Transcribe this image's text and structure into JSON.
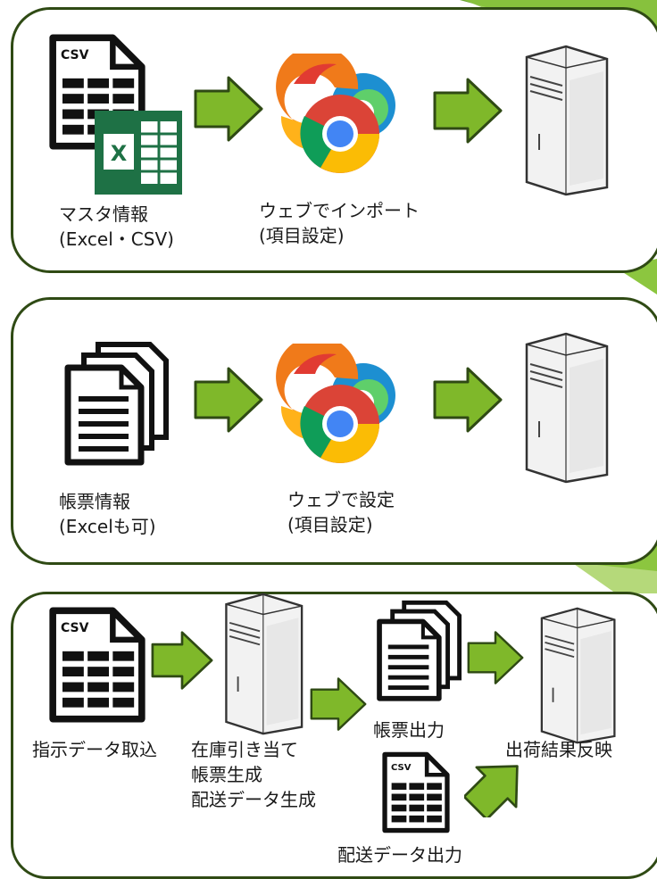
{
  "colors": {
    "arrow_fill": "#7fb82a",
    "arrow_stroke": "#2f4a14",
    "panel_border": "#2f4a14",
    "background_accent": "#8cc63f",
    "excel_green": "#1e7145"
  },
  "sections": [
    {
      "name": "master-import",
      "source_icon": "csv-file-with-excel-icon",
      "source_label": [
        "マスタ情報",
        "(Excel・CSV)"
      ],
      "browser_icon": "browsers-icon",
      "process_label": [
        "ウェブでインポート",
        "(項目設定)"
      ],
      "target_icon": "server-icon"
    },
    {
      "name": "form-setup",
      "source_icon": "documents-stack-icon",
      "source_label": [
        "帳票情報",
        "(Excelも可)"
      ],
      "browser_icon": "browsers-icon",
      "process_label": [
        "ウェブで設定",
        "(項目設定)"
      ],
      "target_icon": "server-icon"
    },
    {
      "name": "shipping-flow",
      "steps": [
        {
          "icon": "csv-file-icon",
          "label": [
            "指示データ取込"
          ]
        },
        {
          "icon": "server-icon",
          "label": [
            "在庫引き当て",
            "帳票生成",
            "配送データ生成"
          ]
        },
        {
          "icon": "documents-stack-icon",
          "label": [
            "帳票出力"
          ]
        },
        {
          "icon": "csv-file-icon",
          "label": [
            "配送データ出力"
          ]
        },
        {
          "icon": "server-icon",
          "label": [
            "出荷結果反映"
          ]
        }
      ]
    }
  ],
  "icon_texts": {
    "csv": "CSV",
    "excel": "X"
  }
}
